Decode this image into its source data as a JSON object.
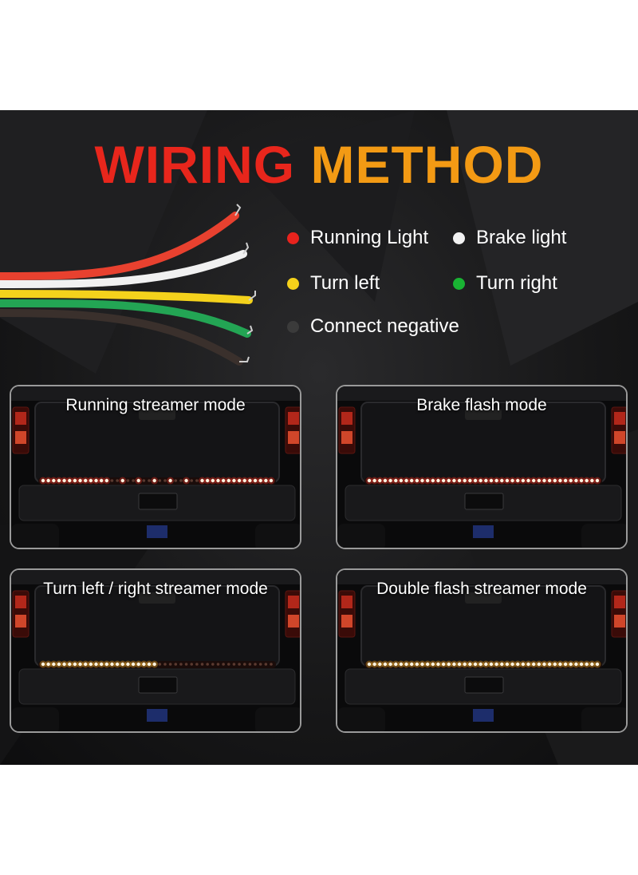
{
  "title": {
    "part1": "WIRING ",
    "part2": "METHOD"
  },
  "legend": [
    {
      "label": "Running Light",
      "color": "#e8231d",
      "icon": "red-dot-icon"
    },
    {
      "label": "Brake light",
      "color": "#f2f2f2",
      "icon": "white-dot-icon"
    },
    {
      "label": "Turn left",
      "color": "#f5d11a",
      "icon": "yellow-dot-icon"
    },
    {
      "label": "Turn right",
      "color": "#19b333",
      "icon": "green-dot-icon"
    },
    {
      "label": "Connect negative",
      "color": "#3b3b3b",
      "icon": "black-dot-icon"
    }
  ],
  "modes": [
    {
      "label": "Running streamer mode",
      "strip": "running"
    },
    {
      "label": "Brake flash mode",
      "strip": "brake"
    },
    {
      "label": "Turn left / right streamer mode",
      "strip": "turn"
    },
    {
      "label": "Double flash streamer mode",
      "strip": "double"
    }
  ],
  "colors": {
    "red_wire": "#e8412f",
    "white_wire": "#f1f1f1",
    "yellow_wire": "#f4d21c",
    "green_wire": "#23a554",
    "black_wire": "#2c2624",
    "red_led": "#ff3a2a",
    "amber_led": "#ffb428"
  }
}
